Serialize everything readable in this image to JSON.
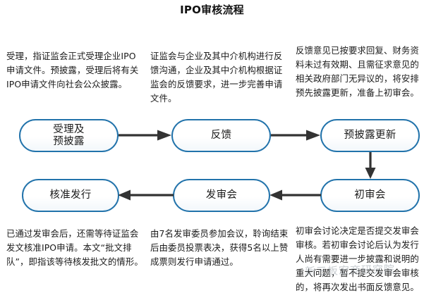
{
  "page": {
    "title": "IPO审核流程",
    "background_color": "#ffffff",
    "box_border_color": "#2273ab",
    "arrow_color": "#333333",
    "text_color": "#1a1a1a"
  },
  "annotations": {
    "top_left": "受理，指证监会正式受理企业IPO申请文件。预披露，受理后将有关IPO申请文件向社会公众披露。",
    "top_middle": "证监会与企业及其中介机构进行反馈沟通，企业及其中介机构根据证监会的反馈要求，进一步完善申请文件。",
    "top_right": "反馈意见已按要求回复、财务资料未过有效期、且需征求意见的相关政府部门无异议的，将安排预先披露更新，准备上初审会。",
    "bottom_left": "已通过发审会后，还需等待证监会发文核准IPO申请。本文“批文排队”，即指该等待核发批文的情形。",
    "bottom_middle": "由7名发审委员参加会议，聆询结束后由委员投票表决，获得5名以上赞成票则发行申请通过。",
    "bottom_right": "初审会讨论决定是否提交发审会审核。若初审会讨论后认为发行人尚有需要进一步披露和说明的重大问题，暂不提交发审会审核的，将再次发出书面反馈意见。"
  },
  "flow": {
    "steps": [
      {
        "id": "step-1",
        "label": "受理及\n预披露"
      },
      {
        "id": "step-2",
        "label": "反馈"
      },
      {
        "id": "step-3",
        "label": "预披露更新"
      },
      {
        "id": "step-4",
        "label": "初审会"
      },
      {
        "id": "step-5",
        "label": "发审会"
      },
      {
        "id": "step-6",
        "label": "核准发行"
      }
    ],
    "connectors": [
      {
        "from": "step-1",
        "to": "step-2",
        "direction": "right"
      },
      {
        "from": "step-2",
        "to": "step-3",
        "direction": "right"
      },
      {
        "from": "step-3",
        "to": "step-4",
        "direction": "down"
      },
      {
        "from": "step-4",
        "to": "step-5",
        "direction": "left"
      },
      {
        "from": "step-5",
        "to": "step-6",
        "direction": "left"
      }
    ]
  },
  "watermark": {
    "text": "新三板宏商研究院"
  }
}
